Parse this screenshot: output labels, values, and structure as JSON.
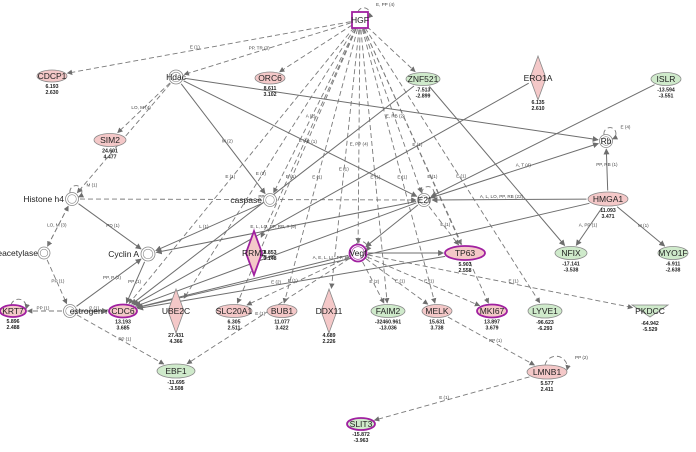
{
  "network": {
    "colors": {
      "up": "#f4c8c8",
      "down": "#cfeacb",
      "neutral": "#ffffff",
      "highlight": "#a020a0",
      "edge": "#6e6e6e"
    },
    "nodes": [
      {
        "id": "HGF",
        "label": "HGF",
        "shape": "square",
        "color": "neutral",
        "highlight": true,
        "v1": "",
        "v2": ""
      },
      {
        "id": "CDCP1",
        "label": "CDCP1",
        "shape": "ellipse",
        "color": "up",
        "highlight": false,
        "v1": "6.193",
        "v2": "2.630"
      },
      {
        "id": "Hdac",
        "label": "Hdac",
        "shape": "circle",
        "color": "neutral",
        "highlight": false,
        "v1": "",
        "v2": ""
      },
      {
        "id": "ORC6",
        "label": "ORC6",
        "shape": "ellipse",
        "color": "up",
        "highlight": false,
        "v1": "8.611",
        "v2": "3.102"
      },
      {
        "id": "ZNF521",
        "label": "ZNF521",
        "shape": "ellipse",
        "color": "down",
        "highlight": false,
        "v1": "-7.513",
        "v2": "-2.899"
      },
      {
        "id": "ERO1A",
        "label": "ERO1A",
        "shape": "diamond",
        "color": "up",
        "highlight": false,
        "v1": "6.135",
        "v2": "2.610"
      },
      {
        "id": "ISLR",
        "label": "ISLR",
        "shape": "ellipse",
        "color": "down",
        "highlight": false,
        "v1": "-13.594",
        "v2": "-3.551"
      },
      {
        "id": "SIM2",
        "label": "SIM2",
        "shape": "ellipse",
        "color": "up",
        "highlight": false,
        "v1": "24.601",
        "v2": "4.477"
      },
      {
        "id": "Rb",
        "label": "Rb",
        "shape": "circle",
        "color": "neutral",
        "highlight": false,
        "v1": "",
        "v2": ""
      },
      {
        "id": "HistoneH4",
        "label": "Histone h4",
        "shape": "circle",
        "color": "neutral",
        "highlight": false,
        "v1": "",
        "v2": ""
      },
      {
        "id": "caspase",
        "label": "caspase",
        "shape": "circle",
        "color": "neutral",
        "highlight": false,
        "v1": "",
        "v2": ""
      },
      {
        "id": "E2f",
        "label": "E2f",
        "shape": "circle",
        "color": "neutral",
        "highlight": false,
        "v1": "",
        "v2": ""
      },
      {
        "id": "HMGA1",
        "label": "HMGA1",
        "shape": "ellipse",
        "color": "up",
        "highlight": false,
        "v1": "11.093",
        "v2": "3.471"
      },
      {
        "id": "HDAC",
        "label": "histone deacetylase",
        "shape": "circle",
        "color": "neutral",
        "highlight": false,
        "v1": "",
        "v2": ""
      },
      {
        "id": "CyclinA",
        "label": "Cyclin A",
        "shape": "circle",
        "color": "neutral",
        "highlight": false,
        "v1": "",
        "v2": ""
      },
      {
        "id": "RRM2",
        "label": "RRM2",
        "shape": "diamond",
        "color": "up",
        "highlight": true,
        "v1": "8.853",
        "v2": "3.148"
      },
      {
        "id": "Vegf",
        "label": "Vegf",
        "shape": "circle",
        "color": "neutral",
        "highlight": true,
        "v1": "",
        "v2": ""
      },
      {
        "id": "TP63",
        "label": "TP63",
        "shape": "ellipse",
        "color": "up",
        "highlight": true,
        "v1": "5.903",
        "v2": "2.558"
      },
      {
        "id": "NFIX",
        "label": "NFIX",
        "shape": "ellipse",
        "color": "down",
        "highlight": false,
        "v1": "-17.141",
        "v2": "-3.538"
      },
      {
        "id": "MYO1F",
        "label": "MYO1F",
        "shape": "ellipse",
        "color": "down",
        "highlight": false,
        "v1": "-6.911",
        "v2": "-2.638"
      },
      {
        "id": "KRT7",
        "label": "KRT7",
        "shape": "ellipse",
        "color": "up",
        "highlight": true,
        "v1": "5.896",
        "v2": "2.488"
      },
      {
        "id": "ER",
        "label": "estrogen receptor",
        "shape": "circle",
        "color": "neutral",
        "highlight": false,
        "v1": "",
        "v2": ""
      },
      {
        "id": "CDC6",
        "label": "CDC6",
        "shape": "ellipse",
        "color": "up",
        "highlight": true,
        "v1": "13.193",
        "v2": "3.685"
      },
      {
        "id": "UBE2C",
        "label": "UBE2C",
        "shape": "diamond",
        "color": "up",
        "highlight": false,
        "v1": "27.431",
        "v2": "4.366"
      },
      {
        "id": "SLC20A1",
        "label": "SLC20A1",
        "shape": "ellipse",
        "color": "up",
        "highlight": false,
        "v1": "6.305",
        "v2": "2.511"
      },
      {
        "id": "BUB1",
        "label": "BUB1",
        "shape": "ellipse",
        "color": "up",
        "highlight": false,
        "v1": "11.077",
        "v2": "3.422"
      },
      {
        "id": "DDX11",
        "label": "DDX11",
        "shape": "diamond",
        "color": "up",
        "highlight": false,
        "v1": "4.689",
        "v2": "2.226"
      },
      {
        "id": "FAIM2",
        "label": "FAIM2",
        "shape": "ellipse",
        "color": "down",
        "highlight": false,
        "v1": "-32460.961",
        "v2": "-13.036"
      },
      {
        "id": "MELK",
        "label": "MELK",
        "shape": "ellipse",
        "color": "up",
        "highlight": false,
        "v1": "15.631",
        "v2": "3.738"
      },
      {
        "id": "MKI67",
        "label": "MKI67",
        "shape": "ellipse",
        "color": "up",
        "highlight": true,
        "v1": "13.897",
        "v2": "3.679"
      },
      {
        "id": "LYVE1",
        "label": "LYVE1",
        "shape": "ellipse",
        "color": "down",
        "highlight": false,
        "v1": "-96.623",
        "v2": "-6.293"
      },
      {
        "id": "PKDCC",
        "label": "PKDCC",
        "shape": "triangle",
        "color": "down",
        "highlight": false,
        "v1": "-64.942",
        "v2": "-5.529"
      },
      {
        "id": "EBF1",
        "label": "EBF1",
        "shape": "ellipse",
        "color": "down",
        "highlight": false,
        "v1": "-11.695",
        "v2": "-3.508"
      },
      {
        "id": "LMNB1",
        "label": "LMNB1",
        "shape": "ellipse",
        "color": "up",
        "highlight": false,
        "v1": "5.577",
        "v2": "2.411"
      },
      {
        "id": "SLIT3",
        "label": "SLIT3",
        "shape": "ellipse",
        "color": "down",
        "highlight": true,
        "v1": "-15.872",
        "v2": "-3.963"
      }
    ],
    "edges": [
      {
        "from": "HGF",
        "to": "CDCP1",
        "style": "dash",
        "label": "E (1)"
      },
      {
        "from": "HGF",
        "to": "Hdac",
        "style": "dash",
        "label": "PP, TR (3)"
      },
      {
        "from": "HGF",
        "to": "ORC6",
        "style": "dash",
        "label": ""
      },
      {
        "from": "HGF",
        "to": "ZNF521",
        "style": "dash",
        "label": ""
      },
      {
        "from": "HGF",
        "to": "caspase",
        "style": "dash",
        "label": "A (2)"
      },
      {
        "from": "HGF",
        "to": "E2f",
        "style": "dash",
        "label": "E, RB (2)"
      },
      {
        "from": "HGF",
        "to": "Vegf",
        "style": "dash",
        "label": "E, PP (4)"
      },
      {
        "from": "HGF",
        "to": "TP63",
        "style": "dash",
        "label": "E (1)"
      },
      {
        "from": "HGF",
        "to": "CDC6",
        "style": "dash",
        "label": "E (1)"
      },
      {
        "from": "HGF",
        "to": "UBE2C",
        "style": "dash",
        "label": "E (2)"
      },
      {
        "from": "HGF",
        "to": "SLC20A1",
        "style": "dash",
        "label": "E (1)"
      },
      {
        "from": "HGF",
        "to": "BUB1",
        "style": "dash",
        "label": "E (1)"
      },
      {
        "from": "HGF",
        "to": "DDX11",
        "style": "dash",
        "label": "E (1)"
      },
      {
        "from": "HGF",
        "to": "FAIM2",
        "style": "dash",
        "label": "E (1)"
      },
      {
        "from": "HGF",
        "to": "MELK",
        "style": "dash",
        "label": "E (1)"
      },
      {
        "from": "HGF",
        "to": "MKI67",
        "style": "dash",
        "label": "E (1)"
      },
      {
        "from": "HGF",
        "to": "LYVE1",
        "style": "dash",
        "label": "E (1)"
      },
      {
        "from": "HGF",
        "to": "RRM2",
        "style": "dash",
        "label": "E (1)"
      },
      {
        "from": "Hdac",
        "to": "SIM2",
        "style": "dash",
        "label": "LO, M (4)"
      },
      {
        "from": "Hdac",
        "to": "HistoneH4",
        "style": "dash",
        "label": "M (1)"
      },
      {
        "from": "Hdac",
        "to": "Rb",
        "style": "solid",
        "label": ""
      },
      {
        "from": "Hdac",
        "to": "E2f",
        "style": "solid",
        "label": "E (1)"
      },
      {
        "from": "Hdac",
        "to": "caspase",
        "style": "solid",
        "label": "M (2)"
      },
      {
        "from": "ZNF521",
        "to": "NFIX",
        "style": "solid",
        "label": ""
      },
      {
        "from": "ZNF521",
        "to": "CDC6",
        "style": "solid",
        "label": ""
      },
      {
        "from": "ISLR",
        "to": "E2f",
        "style": "solid",
        "label": ""
      },
      {
        "from": "HistoneH4",
        "to": "HDAC",
        "style": "dash",
        "label": "LO, M (3)"
      },
      {
        "from": "HistoneH4",
        "to": "E2f",
        "style": "dash",
        "label": "PP (1)"
      },
      {
        "from": "HistoneH4",
        "to": "CyclinA",
        "style": "solid",
        "label": "PD (1)"
      },
      {
        "from": "HDAC",
        "to": "ER",
        "style": "dash",
        "label": "PP (1)"
      },
      {
        "from": "HDAC",
        "to": "HistoneH4",
        "style": "dash",
        "label": ""
      },
      {
        "from": "HMGA1",
        "to": "Rb",
        "style": "solid",
        "label": "PP, RB (1)"
      },
      {
        "from": "HMGA1",
        "to": "E2f",
        "style": "solid",
        "label": "A, L, LO, PP, RB (22)"
      },
      {
        "from": "HMGA1",
        "to": "MYO1F",
        "style": "solid",
        "label": "M (1)"
      },
      {
        "from": "HMGA1",
        "to": "NFIX",
        "style": "solid",
        "label": "A, PP (1)"
      },
      {
        "from": "HMGA1",
        "to": "CDC6",
        "style": "solid",
        "label": "A, E, L, LL, PP, RB, LB (12)"
      },
      {
        "from": "E2f",
        "to": "Rb",
        "style": "solid",
        "label": "A, T (4)"
      },
      {
        "from": "E2f",
        "to": "CyclinA",
        "style": "solid",
        "label": "E, L, LO, PP, RB, T (9)"
      },
      {
        "from": "E2f",
        "to": "Vegf",
        "style": "solid",
        "label": ""
      },
      {
        "from": "E2f",
        "to": "CDC6",
        "style": "solid",
        "label": "E, L, RB (6)"
      },
      {
        "from": "E2f",
        "to": "TP63",
        "style": "dash",
        "label": "E (1)"
      },
      {
        "from": "caspase",
        "to": "CyclinA",
        "style": "solid",
        "label": "L (1)"
      },
      {
        "from": "ER",
        "to": "CDC6",
        "style": "solid",
        "label": "P (1)"
      },
      {
        "from": "ER",
        "to": "CyclinA",
        "style": "solid",
        "label": "PP, P (2)"
      },
      {
        "from": "ER",
        "to": "KRT7",
        "style": "dash",
        "label": "PP (1)"
      },
      {
        "from": "ER",
        "to": "EBF1",
        "style": "dash",
        "label": "PP (1)"
      },
      {
        "from": "Vegf",
        "to": "CDC6",
        "style": "solid",
        "label": ""
      },
      {
        "from": "Vegf",
        "to": "MKI67",
        "style": "dash",
        "label": "E (1)"
      },
      {
        "from": "Vegf",
        "to": "FAIM2",
        "style": "dash",
        "label": "E (2)"
      },
      {
        "from": "Vegf",
        "to": "SLC20A1",
        "style": "dash",
        "label": "E (1)"
      },
      {
        "from": "Vegf",
        "to": "PKDCC",
        "style": "dash",
        "label": "E (1)"
      },
      {
        "from": "Vegf",
        "to": "MELK",
        "style": "dash",
        "label": "E (1)"
      },
      {
        "from": "Vegf",
        "to": "EBF1",
        "style": "dash",
        "label": "E (1)"
      },
      {
        "from": "Vegf",
        "to": "TP63",
        "style": "solid",
        "label": ""
      },
      {
        "from": "TP63",
        "to": "CDC6",
        "style": "solid",
        "label": "E (2)"
      },
      {
        "from": "MELK",
        "to": "LMNB1",
        "style": "dash",
        "label": "PP (1)"
      },
      {
        "from": "LMNB1",
        "to": "SLIT3",
        "style": "dash",
        "label": "E (1)"
      },
      {
        "from": "CyclinA",
        "to": "CDC6",
        "style": "solid",
        "label": "PP (1)"
      },
      {
        "from": "ERO1A",
        "to": "CDC6",
        "style": "solid",
        "label": ""
      }
    ],
    "self_loops": [
      {
        "node": "HGF",
        "label": "E, PP (4)"
      },
      {
        "node": "Rb",
        "label": "E (4)"
      },
      {
        "node": "HistoneH4",
        "label": "M (1)"
      },
      {
        "node": "E2f",
        "label": ""
      },
      {
        "node": "KRT7",
        "label": ""
      },
      {
        "node": "LMNB1",
        "label": "PP (2)"
      },
      {
        "node": "Vegf",
        "label": ""
      }
    ]
  }
}
